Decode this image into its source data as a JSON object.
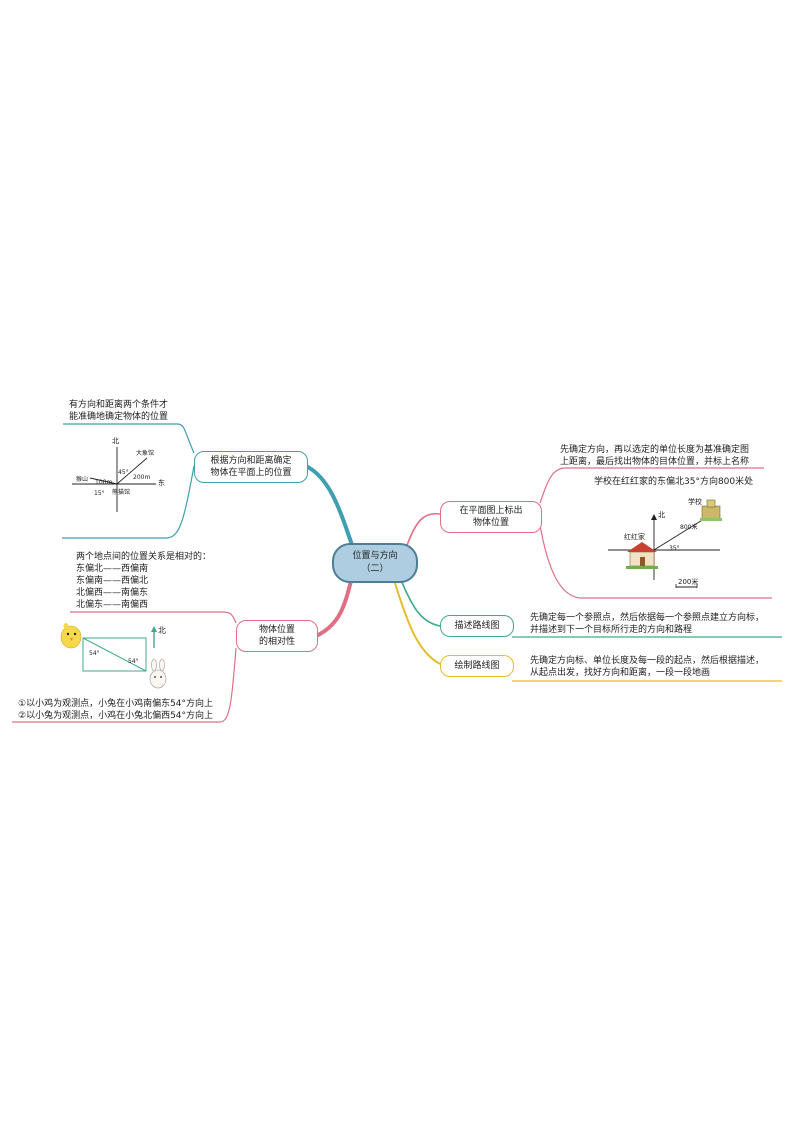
{
  "center": {
    "line1": "位置与方向",
    "line2": "（二）"
  },
  "branch_tl": {
    "node_line1": "根据方向和距离确定",
    "node_line2": "物体在平面上的位置",
    "note_line1": "有方向和距离两个条件才",
    "note_line2": "能准确地确定物体的位置",
    "figure": {
      "north": "北",
      "east": "东",
      "elephant": "大象馆",
      "hill": "猴山",
      "panda": "熊猫馆",
      "dist1": "100m",
      "dist2": "200m",
      "ang1": "45°",
      "ang2": "15°"
    }
  },
  "branch_bl": {
    "node_line1": "物体位置",
    "node_line2": "的相对性",
    "note_lines": [
      "两个地点间的位置关系是相对的：",
      "东偏北——西偏南",
      "东偏南——西偏北",
      "北偏西——南偏东",
      "北偏东——南偏西"
    ],
    "figure": {
      "north": "北",
      "ang_left": "54°",
      "ang_right": "54°"
    },
    "statement1": "①以小鸡为观测点，小兔在小鸡南偏东54°方向上",
    "statement2": "②以小兔为观测点，小鸡在小兔北偏西54°方向上"
  },
  "branch_r1": {
    "node_line1": "在平面图上标出",
    "node_line2": "物体位置",
    "note_line1": "先确定方向，再以选定的单位长度为基准确定图",
    "note_line2": "上距离，最后找出物体的目体位置，并标上名称",
    "figure": {
      "title": "学校在红红家的东偏北35°方向800米处",
      "north": "北",
      "school": "学校",
      "home": "红红家",
      "dist": "800米",
      "angle": "35°",
      "scale": "200米"
    }
  },
  "branch_r2": {
    "node": "描述路线图",
    "note_line1": "先确定每一个参照点，然后依据每一个参照点建立方向标，",
    "note_line2": "并描述到下一个目标所行走的方向和路程"
  },
  "branch_r3": {
    "node": "绘制路线图",
    "note_line1": "先确定方向标、单位长度及每一段的起点，然后根据描述，",
    "note_line2": "从起点出发，找好方向和距离，一段一段地画"
  },
  "colors": {
    "teal": "#3f9fb0",
    "pink": "#e06f86",
    "green": "#3faa8c",
    "yellow": "#e6bd28",
    "center_fill": "#aecde0"
  }
}
